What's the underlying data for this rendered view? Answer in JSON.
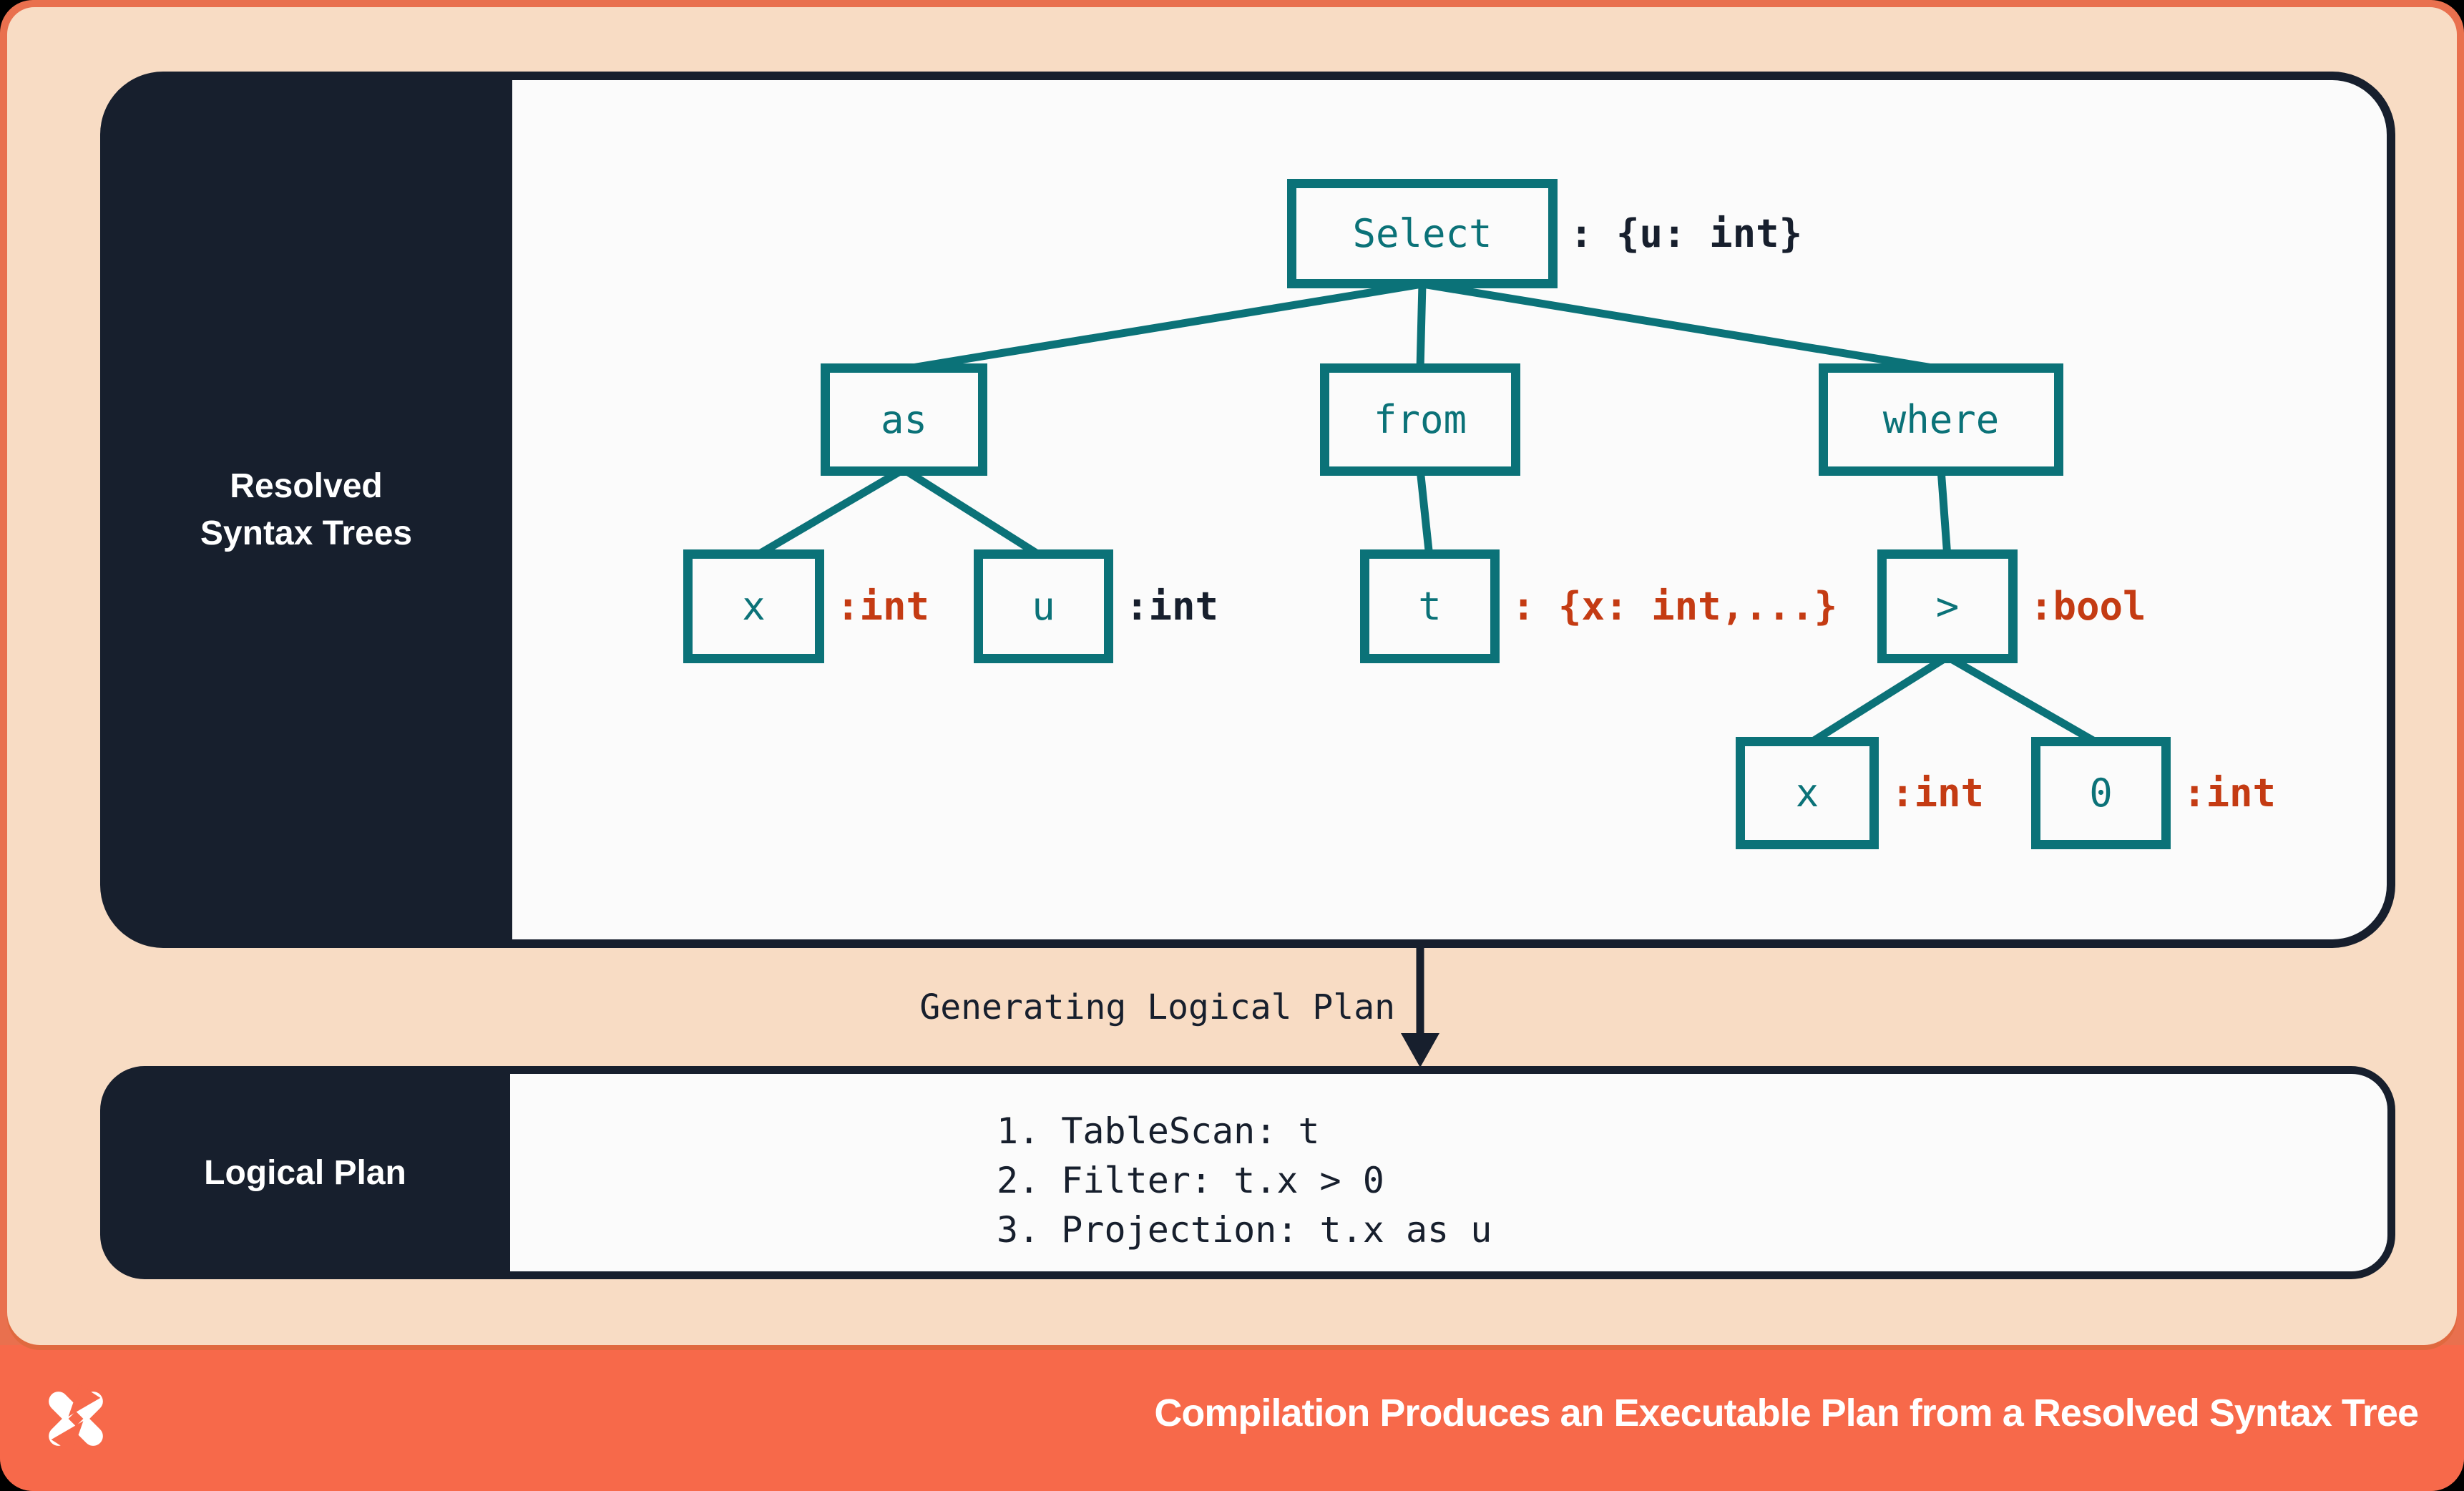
{
  "colors": {
    "frame_border": "#e9704e",
    "footer_bar": "#f7694a",
    "background_peach": "#f8dcc4",
    "panel_navy": "#171f2d",
    "panel_white": "#fbfbfb",
    "node_teal": "#0b7278",
    "type_red": "#c43b13",
    "type_navy": "#171f2d",
    "text_white": "#ffffff"
  },
  "resolved_panel": {
    "label_line1": "Resolved",
    "label_line2": "Syntax Trees"
  },
  "syntax_tree": {
    "nodes": [
      {
        "label": "Select",
        "type": ": {u: int}",
        "type_color": "navy"
      },
      {
        "label": "as"
      },
      {
        "label": "from"
      },
      {
        "label": "where"
      },
      {
        "label": "x",
        "type": ":int",
        "type_color": "red"
      },
      {
        "label": "u",
        "type": ":int",
        "type_color": "navy"
      },
      {
        "label": "t",
        "type": ": {x: int,...}",
        "type_color": "red"
      },
      {
        "label": ">",
        "type": ":bool",
        "type_color": "red"
      },
      {
        "label": "x",
        "type": ":int",
        "type_color": "red"
      },
      {
        "label": "0",
        "type": ":int",
        "type_color": "red"
      }
    ],
    "edges": [
      [
        "Select",
        "as"
      ],
      [
        "Select",
        "from"
      ],
      [
        "Select",
        "where"
      ],
      [
        "as",
        "x"
      ],
      [
        "as",
        "u"
      ],
      [
        "from",
        "t"
      ],
      [
        "where",
        ">"
      ],
      [
        ">",
        "x"
      ],
      [
        ">",
        "0"
      ]
    ]
  },
  "transition": {
    "label": "Generating Logical Plan"
  },
  "logical_plan": {
    "label": "Logical Plan",
    "steps": [
      "1. TableScan: t",
      "2. Filter: t.x > 0",
      "3. Projection: t.x as u"
    ]
  },
  "footer": {
    "logo": "x-star-logo",
    "title": "Compilation Produces an Executable Plan from a Resolved Syntax Tree"
  }
}
